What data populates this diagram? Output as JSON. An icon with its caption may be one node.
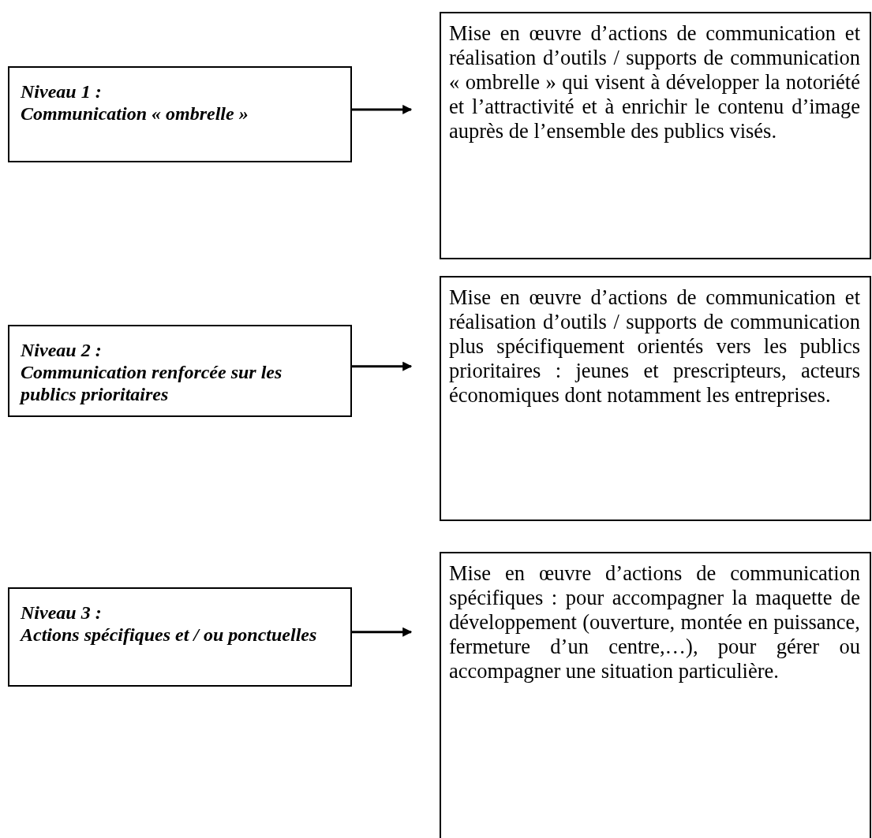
{
  "diagram": {
    "nodes": [
      {
        "text": [
          "Niveau 1 :",
          "Communication « ombrelle »"
        ]
      },
      {
        "text": [
          "Mise en œuvre d’actions de communication et réalisation d’outils / supports de communication « ombrelle » qui visent à développer la notoriété et l’attractivité et à enrichir le contenu d’image auprès de l’ensemble des publics visés."
        ]
      },
      {
        "text": [
          "Niveau 2 :",
          "Communication renforcée sur les publics prioritaires"
        ]
      },
      {
        "text": [
          "Mise en œuvre d’actions de communication et réalisation d’outils / supports de communication plus spécifiquement orientés vers les publics prioritaires : jeunes et prescripteurs, acteurs économiques dont notamment les entreprises."
        ]
      },
      {
        "text": [
          "Niveau 3 :",
          "Actions spécifiques et / ou ponctuelles"
        ]
      },
      {
        "text": [
          "Mise en œuvre d’actions de communication spécifiques : pour accompagner la maquette de développement (ouverture, montée en puissance, fermeture d’un centre,…), pour gérer ou accompagner une situation particulière."
        ]
      }
    ],
    "edges": [
      {
        "from": 0,
        "to": 1,
        "arrow": "to"
      },
      {
        "from": 2,
        "to": 3,
        "arrow": "to"
      },
      {
        "from": 4,
        "to": 5,
        "arrow": "to"
      }
    ]
  }
}
